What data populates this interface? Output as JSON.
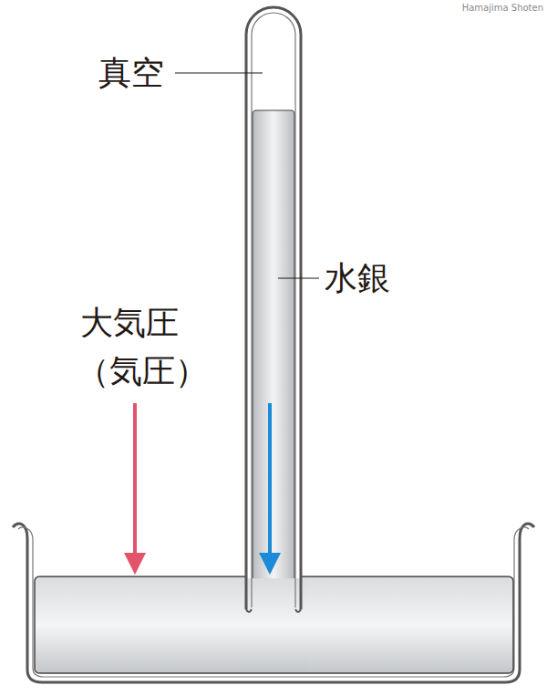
{
  "diagram": {
    "labels": [
      "Hamajima Shoten",
      "真空",
      "水銀",
      "大気圧",
      "（気圧）"
    ]
  }
}
